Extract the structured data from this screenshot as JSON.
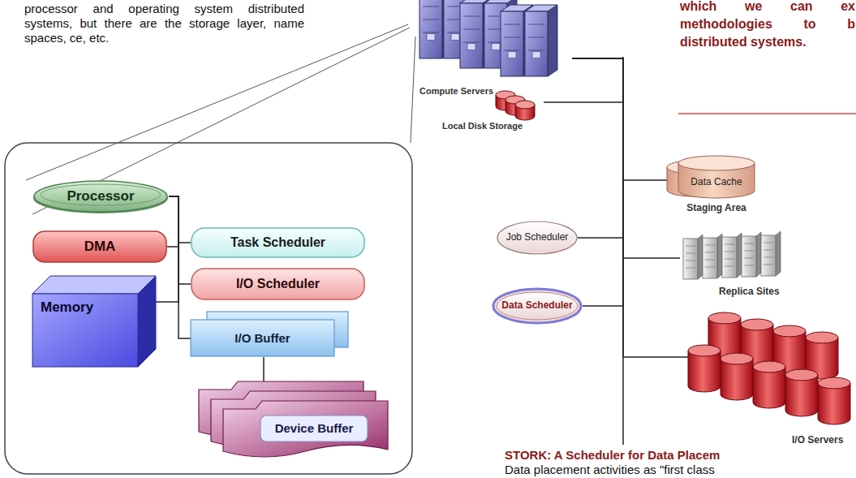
{
  "diagram": {
    "nodes": [
      {
        "text": [
          "Processor"
        ]
      },
      {
        "text": [
          "DMA"
        ]
      },
      {
        "text": [
          "Memory"
        ]
      },
      {
        "text": [
          "Task Scheduler"
        ]
      },
      {
        "text": [
          "I/O Scheduler"
        ]
      },
      {
        "text": [
          "I/O Buffer"
        ]
      },
      {
        "text": [
          "Device Buffer"
        ]
      },
      {
        "text": [
          "Compute Servers"
        ]
      },
      {
        "text": [
          "Local Disk Storage"
        ]
      },
      {
        "text": [
          "Job Scheduler"
        ]
      },
      {
        "text": [
          "Data Scheduler"
        ]
      },
      {
        "text": [
          "Data Cache",
          "Staging Area"
        ]
      },
      {
        "text": [
          "Replica Sites"
        ]
      },
      {
        "text": [
          "I/O Servers"
        ]
      }
    ],
    "edges": [
      {
        "from": 0,
        "to": 1,
        "arrow": "none"
      },
      {
        "from": 0,
        "to": 2,
        "arrow": "none"
      },
      {
        "from": 0,
        "to": 3,
        "arrow": "none"
      },
      {
        "from": 0,
        "to": 4,
        "arrow": "none"
      },
      {
        "from": 0,
        "to": 5,
        "arrow": "none"
      },
      {
        "from": 5,
        "to": 6,
        "arrow": "none"
      },
      {
        "from": 7,
        "to": 8,
        "arrow": "none"
      },
      {
        "from": 7,
        "to": 9,
        "arrow": "none"
      },
      {
        "from": 7,
        "to": 10,
        "arrow": "none"
      },
      {
        "from": 7,
        "to": 11,
        "arrow": "none"
      },
      {
        "from": 7,
        "to": 12,
        "arrow": "none"
      },
      {
        "from": 7,
        "to": 13,
        "arrow": "none"
      }
    ],
    "labels": [
      "processor and operating system distributed systems, but there are the storage layer, name spaces, ce, etc.",
      "which we can ex methodologies to b distributed systems.",
      "STORK: A Scheduler for Data Placem",
      "Data placement activities as \"first class"
    ]
  }
}
